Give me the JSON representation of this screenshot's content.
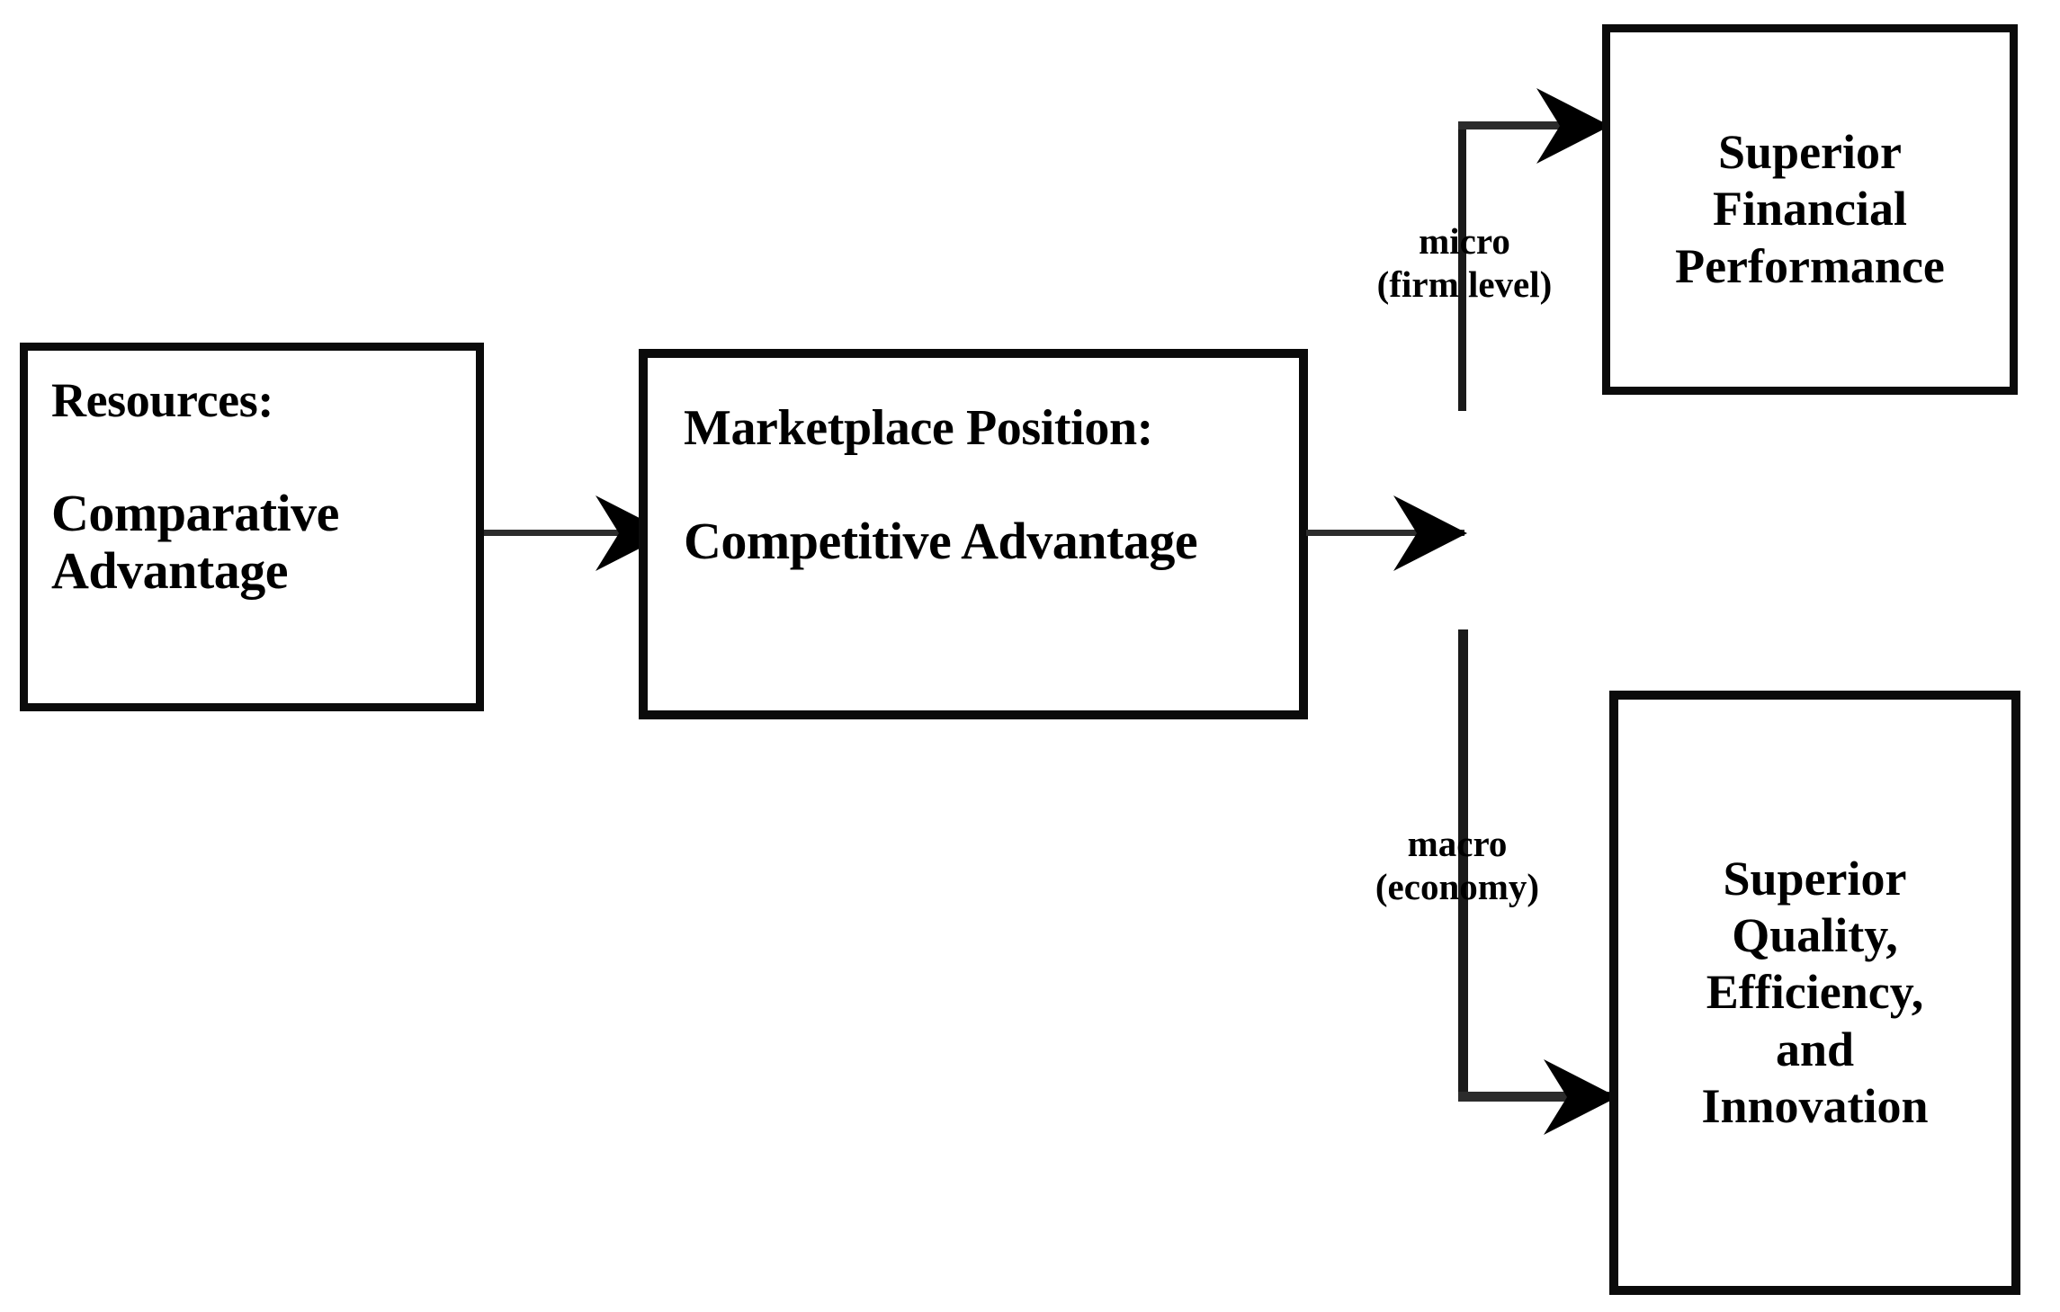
{
  "diagram": {
    "title": "Resources - Marketplace Position - Performance Flow",
    "background_color": "#ffffff",
    "line_color": "#1a1a1a",
    "text_color": "#000000"
  },
  "nodes": {
    "resources": {
      "heading": "Resources:",
      "body": "Comparative\nAdvantage"
    },
    "marketplace": {
      "heading": "Marketplace Position:",
      "body": "Competitive Advantage"
    },
    "financial": {
      "text": "Superior\nFinancial\nPerformance"
    },
    "quality": {
      "text": "Superior\nQuality,\nEfficiency,\nand\nInnovation"
    }
  },
  "edge_labels": {
    "micro": "micro\n(firm level)",
    "macro": "macro\n(economy)"
  },
  "icons": {
    "arrowhead": "arrowhead-right-icon"
  }
}
